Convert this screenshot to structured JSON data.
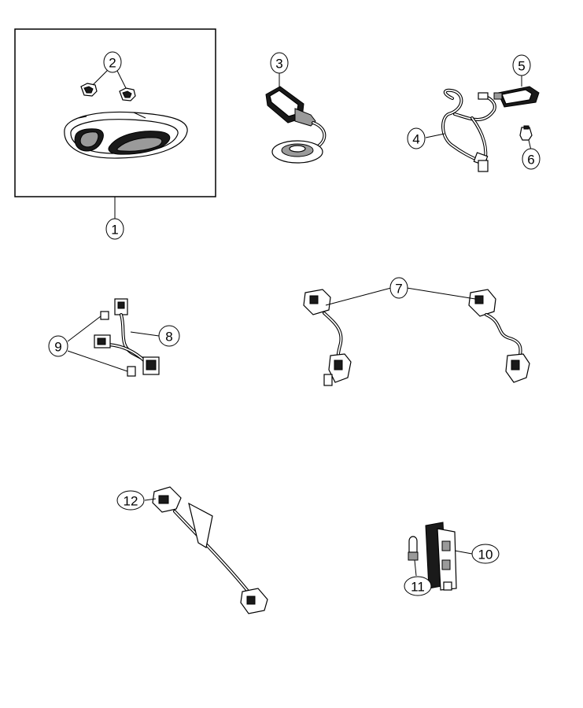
{
  "callouts": {
    "c1": "1",
    "c2": "2",
    "c3": "3",
    "c4": "4",
    "c5": "5",
    "c6": "6",
    "c7": "7",
    "c8": "8",
    "c9": "9",
    "c10": "10",
    "c11": "11",
    "c12": "12"
  },
  "parts": [
    {
      "callout": "1",
      "icon": "overhead-console-lamp-icon"
    },
    {
      "callout": "2",
      "icon": "bulb-socket-icon"
    },
    {
      "callout": "3",
      "icon": "ignition-lamp-switch-icon"
    },
    {
      "callout": "4",
      "icon": "wiring-harness-icon"
    },
    {
      "callout": "5",
      "icon": "courtesy-lamp-icon"
    },
    {
      "callout": "6",
      "icon": "bulb-icon"
    },
    {
      "callout": "7",
      "icon": "wiring-jumper-icon"
    },
    {
      "callout": "8",
      "icon": "wiring-harness-icon"
    },
    {
      "callout": "9",
      "icon": "connector-icon"
    },
    {
      "callout": "10",
      "icon": "tail-lamp-icon"
    },
    {
      "callout": "11",
      "icon": "bulb-icon"
    },
    {
      "callout": "12",
      "icon": "wiring-harness-icon"
    }
  ]
}
